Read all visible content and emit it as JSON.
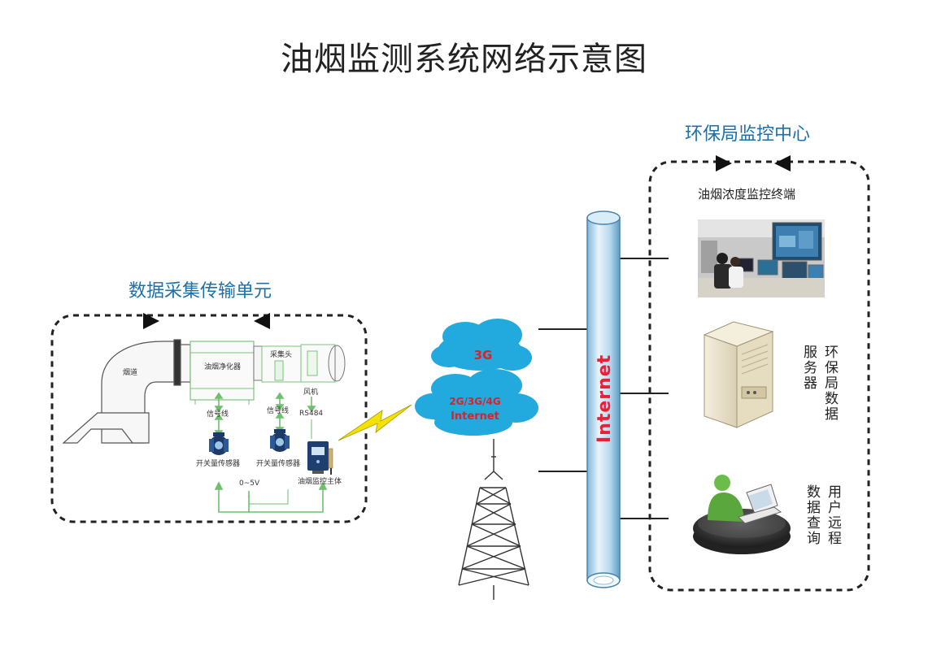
{
  "title": "油烟监测系统网络示意图",
  "collection_unit": {
    "heading": "数据采集传输单元",
    "flue": "烟道",
    "purifier": "油烟净化器",
    "collector_head": "采集头",
    "fan": "风机",
    "signal_line_1": "信号线",
    "signal_line_2": "信号线",
    "rs485": "RS484",
    "switch_sensor_1": "开关量传感器",
    "switch_sensor_2": "开关量传感器",
    "voltage": "0~5V",
    "monitor_host": "油烟监控主体"
  },
  "network": {
    "cloud_top": "3G",
    "cloud_bottom_line1": "2G/3G/4G",
    "cloud_bottom_line2": "Internet",
    "pipe_label": "Internet"
  },
  "monitoring_center": {
    "heading": "环保局监控中心",
    "terminal_label": "油烟浓度监控终端",
    "server_label_col1": "环保局数据",
    "server_label_col2": "服务器",
    "user_label_col1": "用户远程",
    "user_label_col2": "数据查询"
  },
  "colors": {
    "accent_blue": "#1f6fa8",
    "cloud": "#21a8dc",
    "pipe_red_text": "#e8203a",
    "green_arrow": "#6fbf6f",
    "cloud_red_text": "#d8232a"
  }
}
